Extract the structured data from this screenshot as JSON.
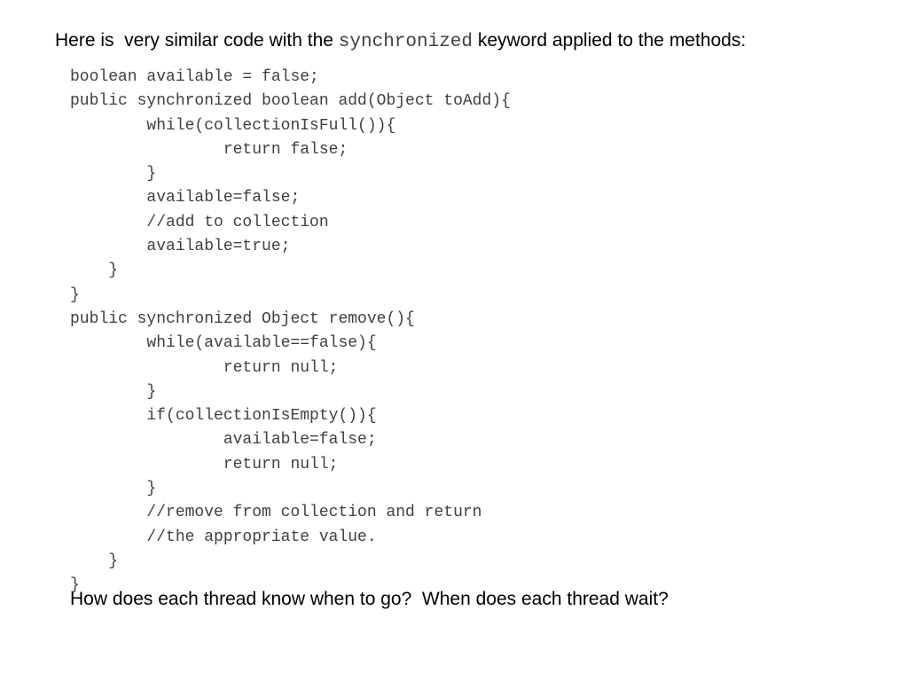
{
  "slide": {
    "intro": {
      "before": "Here is  very similar code with the ",
      "keyword": "synchronized",
      "after": " keyword applied to the methods:"
    },
    "code_lines": [
      "boolean available = false;",
      "public synchronized boolean add(Object toAdd){",
      "        while(collectionIsFull()){",
      "                return false;",
      "        }",
      "        available=false;",
      "        //add to collection",
      "        available=true;",
      "    }",
      "}",
      "public synchronized Object remove(){",
      "        while(available==false){",
      "                return null;",
      "        }",
      "        if(collectionIsEmpty()){",
      "                available=false;",
      "                return null;",
      "        }",
      "        //remove from collection and return",
      "        //the appropriate value.",
      "    }",
      "}"
    ],
    "question": "How does each thread know when to go?  When does each thread wait?"
  }
}
